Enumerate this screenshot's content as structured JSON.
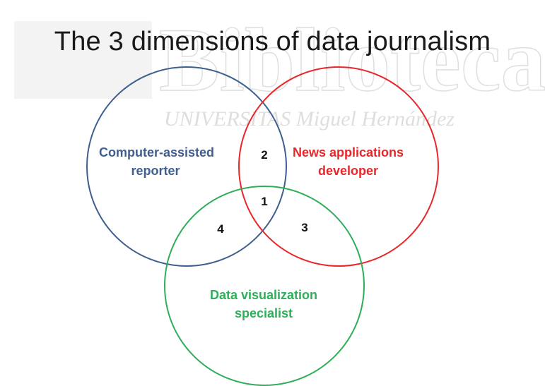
{
  "title": "The 3 dimensions of data journalism",
  "watermark": {
    "word": "Biblioteca",
    "subtitle": "UNIVERSITAS Miguel Hernández",
    "color": "#cccccc"
  },
  "sets": [
    {
      "id": "computer",
      "line1": "Computer-assisted",
      "line2": "reporter",
      "color": "#3f5f8f"
    },
    {
      "id": "news",
      "line1": "News applications",
      "line2": "developer",
      "color": "#e8272a"
    },
    {
      "id": "viz",
      "line1": "Data visualization",
      "line2": "specialist",
      "color": "#2fae5a"
    }
  ],
  "regions": {
    "center": "1",
    "computer_news": "2",
    "news_viz": "3",
    "computer_viz": "4"
  }
}
